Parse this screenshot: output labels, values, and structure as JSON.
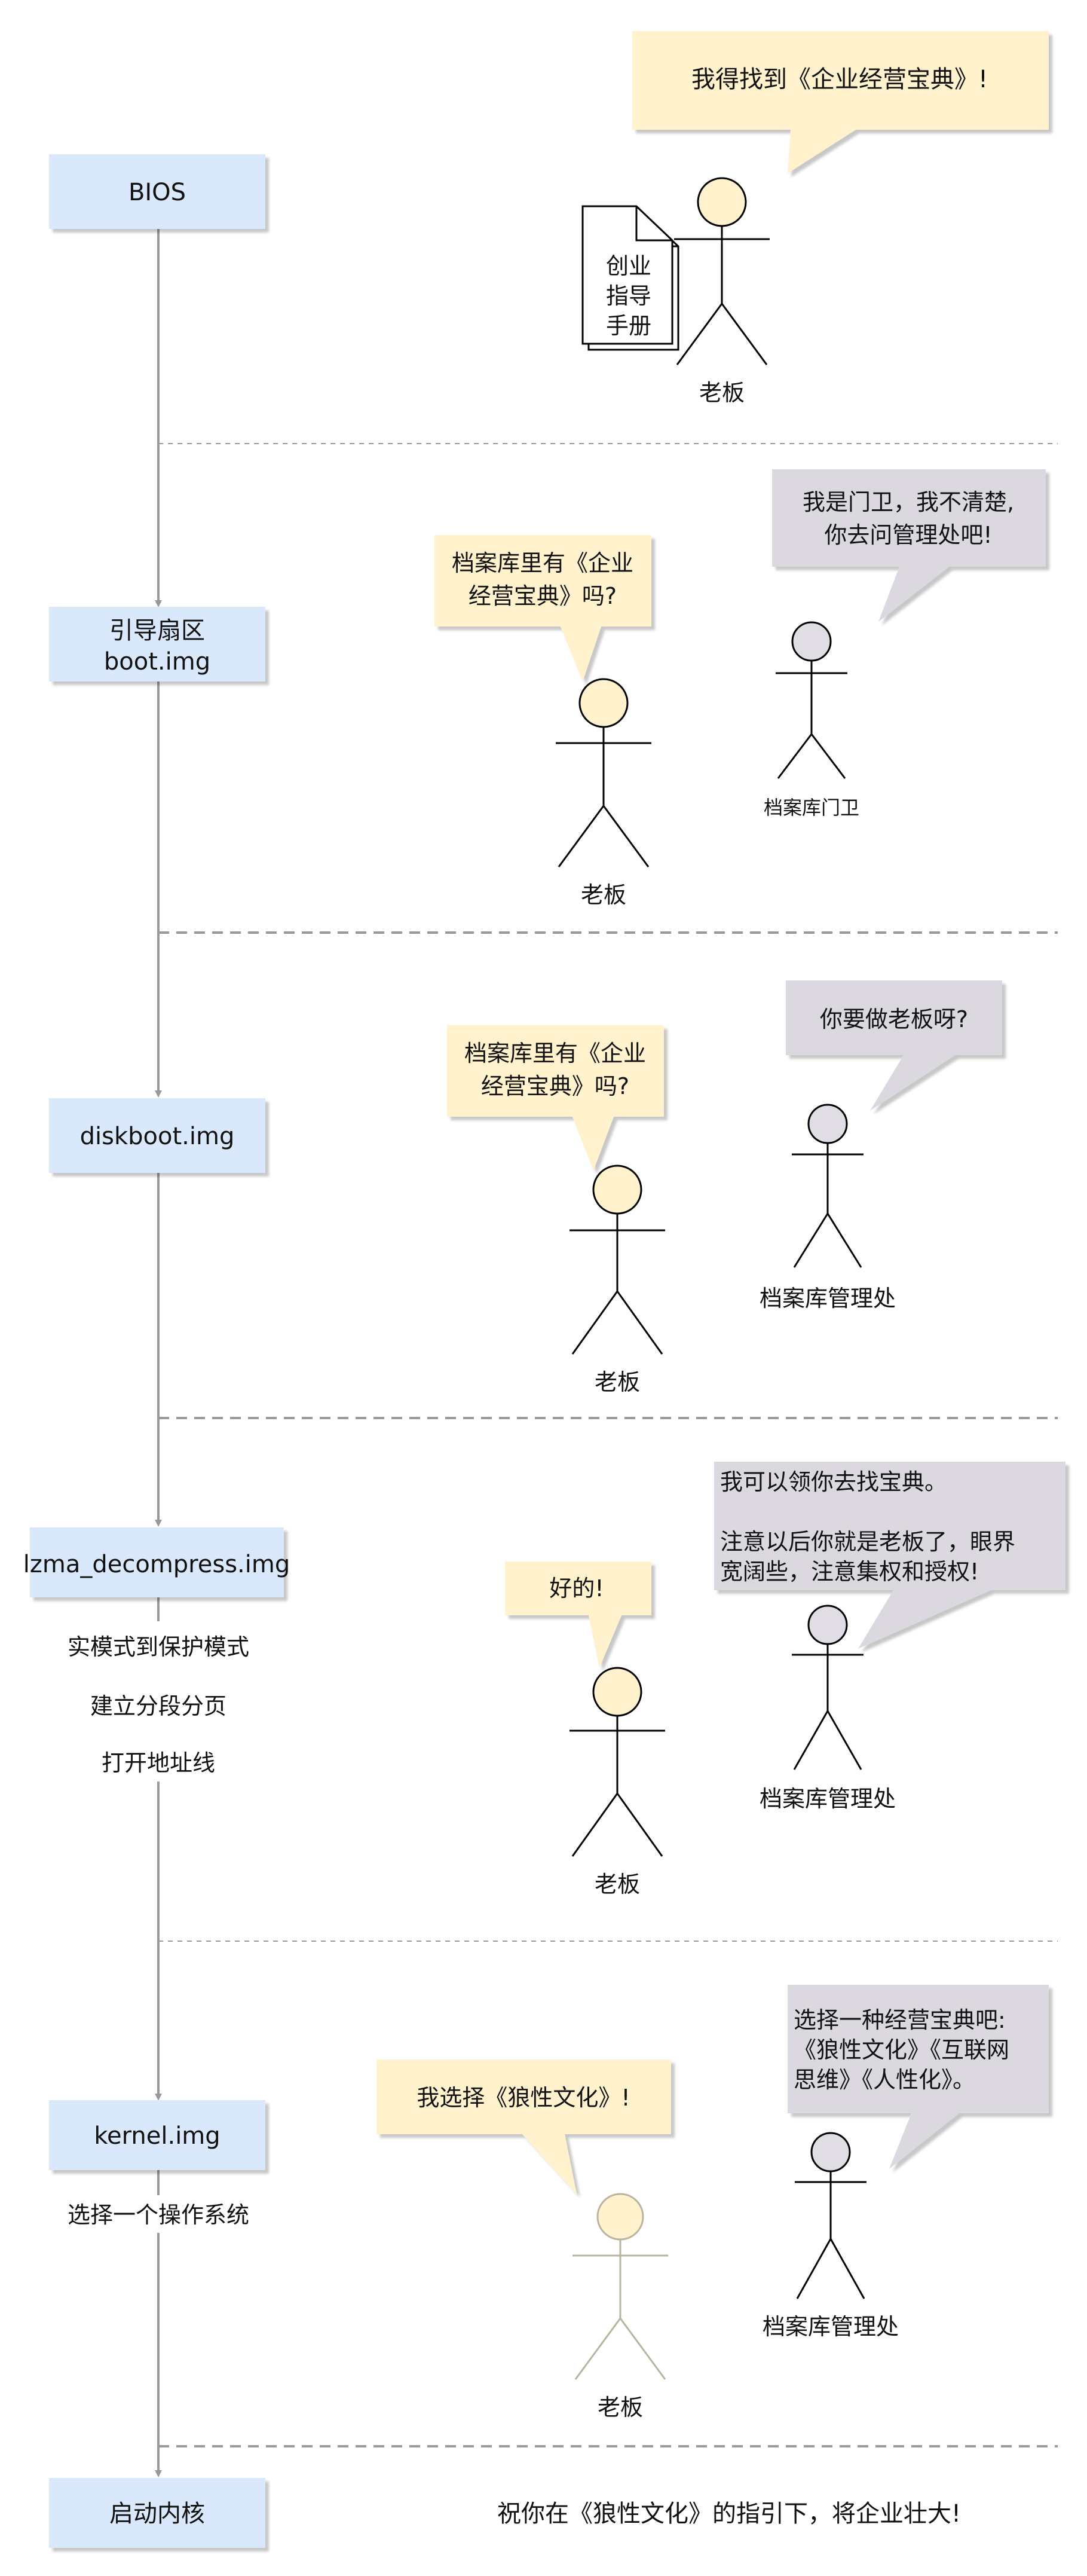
{
  "colors": {
    "stage_box": "#dae8fc",
    "boss_head": "#fff2cc",
    "keeper_head": "#e1dde5",
    "boss_bubble": "#fff2cc",
    "keeper_bubble": "#dcd8df",
    "line": "#999999",
    "divider": "#999999"
  },
  "pipeline": {
    "bios": "BIOS",
    "bootsector_line1": "引导扇区",
    "bootsector_line2": "boot.img",
    "diskboot": "diskboot.img",
    "lzma": "lzma_decompress.img",
    "lzma_steps": [
      "实模式到保护模式",
      "建立分段分页",
      "打开地址线"
    ],
    "kernel": "kernel.img",
    "kernel_step": "选择一个操作系统",
    "start_kernel": "启动内核"
  },
  "document": {
    "lines": [
      "创业",
      "指导",
      "手册"
    ]
  },
  "scene1": {
    "boss_speech": "我得找到《企业经营宝典》!",
    "boss_name": "老板"
  },
  "scene2": {
    "boss_speech": [
      "档案库里有《企业",
      "经营宝典》吗?"
    ],
    "boss_name": "老板",
    "keeper_speech": [
      "我是门卫，我不清楚,",
      "你去问管理处吧!"
    ],
    "keeper_name": "档案库门卫"
  },
  "scene3": {
    "boss_speech": [
      "档案库里有《企业",
      "经营宝典》吗?"
    ],
    "boss_name": "老板",
    "keeper_speech": "你要做老板呀?",
    "keeper_name": "档案库管理处"
  },
  "scene4": {
    "boss_speech": "好的!",
    "boss_name": "老板",
    "keeper_speech": [
      "我可以领你去找宝典。",
      "",
      "注意以后你就是老板了，眼界",
      "宽阔些，注意集权和授权!"
    ],
    "keeper_name": "档案库管理处"
  },
  "scene5": {
    "boss_speech": "我选择《狼性文化》!",
    "boss_name": "老板",
    "keeper_speech": [
      "选择一种经营宝典吧:",
      "《狼性文化》《互联网",
      "思维》《人性化》。"
    ],
    "keeper_name": "档案库管理处"
  },
  "final_message": "祝你在《狼性文化》的指引下，将企业壮大!"
}
